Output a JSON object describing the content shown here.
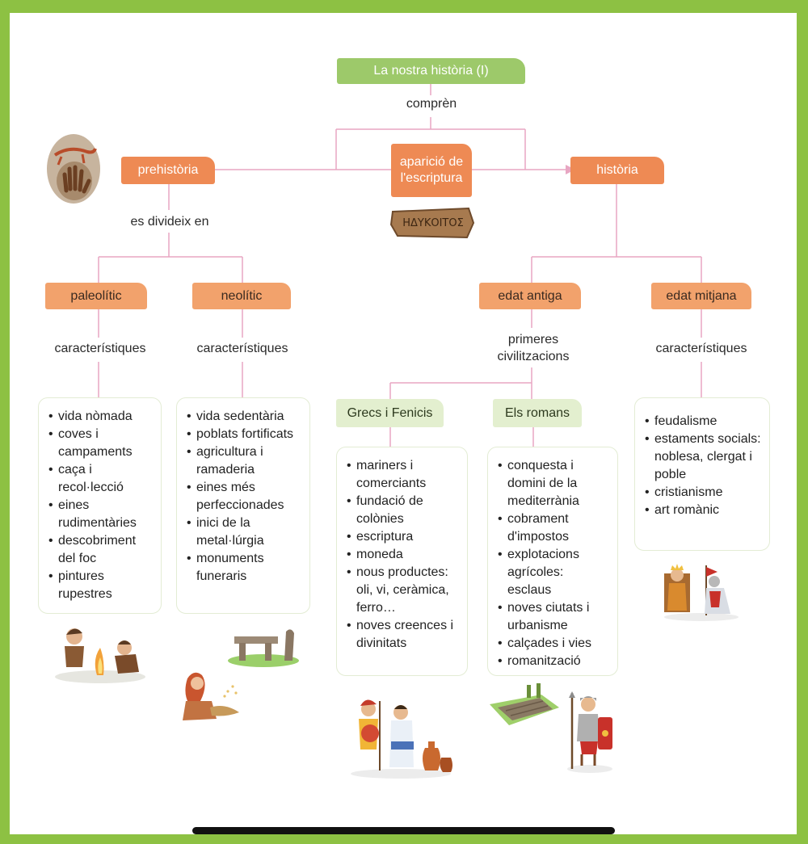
{
  "title": "La nostra història (I)",
  "connector_top": "comprèn",
  "nodes": {
    "prehistoria": "prehistòria",
    "aparicio": "aparició de l'escriptura",
    "historia": "història",
    "paleolitic": "paleolític",
    "neolitic": "neolític",
    "edat_antiga": "edat antiga",
    "edat_mitjana": "edat mitjana",
    "grecs": "Grecs i Fenicis",
    "romans": "Els romans"
  },
  "connectors": {
    "es_divideix": "es divideix en",
    "caracteristiques": "característiques",
    "primeres_civilitzacions": "primeres civilitzacions"
  },
  "tablet_text": "ΗΔΥΚΟΙΤΟΣ",
  "lists": {
    "paleolitic": [
      "vida nòmada",
      "coves i campaments",
      "caça i recol·lecció",
      "eines rudimentàries",
      "descobriment del foc",
      "pintures rupestres"
    ],
    "neolitic": [
      "vida sedentària",
      "poblats fortificats",
      "agricultura i ramaderia",
      "eines més perfeccionades",
      "inici de la metal·lúrgia",
      "monuments funeraris"
    ],
    "grecs": [
      "mariners i comerciants",
      "fundació de colònies",
      "escriptura",
      "moneda",
      "nous productes: oli, vi, ceràmica, ferro…",
      "noves creences i divinitats"
    ],
    "romans": [
      "conquesta i domini de la mediterrània",
      "cobrament d'impostos",
      "explotacions agrícoles: esclaus",
      "noves ciutats i urbanisme",
      "calçades i vies",
      "romanització"
    ],
    "edat_mitjana": [
      "feudalisme",
      "estaments socials: noblesa, clergat i poble",
      "cristianisme",
      "art romànic"
    ]
  },
  "colors": {
    "frame": "#8dc143",
    "orange": "#ee8a54",
    "green": "#9dc96a",
    "green_light": "#e3efcf",
    "line": "#e8a6c2"
  }
}
